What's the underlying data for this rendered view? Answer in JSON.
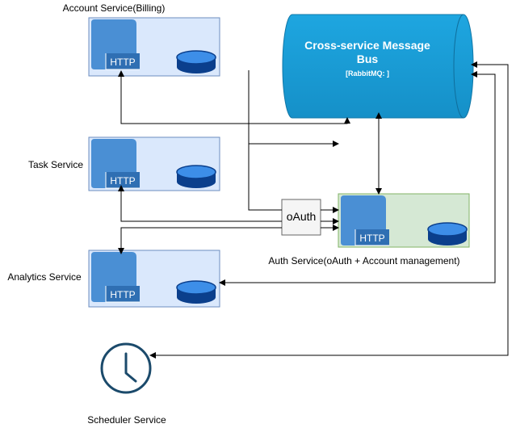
{
  "services": {
    "account": {
      "label": "Account Service(Billing)",
      "http": "HTTP"
    },
    "task": {
      "label": "Task Service",
      "http": "HTTP"
    },
    "analytics": {
      "label": "Analytics Service",
      "http": "HTTP"
    },
    "auth": {
      "label": "Auth Service(oAuth + Account management)",
      "http": "HTTP"
    },
    "scheduler": {
      "label": "Scheduler Service"
    }
  },
  "message_bus": {
    "title_line1": "Cross-service Message",
    "title_line2": "Bus",
    "subtitle": "[RabbitMQ: ]"
  },
  "oauth_box": {
    "label": "oAuth"
  },
  "colors": {
    "service_fill": "#dae8fc",
    "service_stroke": "#6c8ebf",
    "auth_fill": "#d5e8d4",
    "auth_stroke": "#82b366",
    "server_blue": "#4a8fd4",
    "http_blue": "#2f6fb3",
    "db_dark": "#0b3f8c",
    "bus_fill": "#1d9fd9",
    "bus_stroke": "#1278a8",
    "clock": "#1b4a6b"
  }
}
